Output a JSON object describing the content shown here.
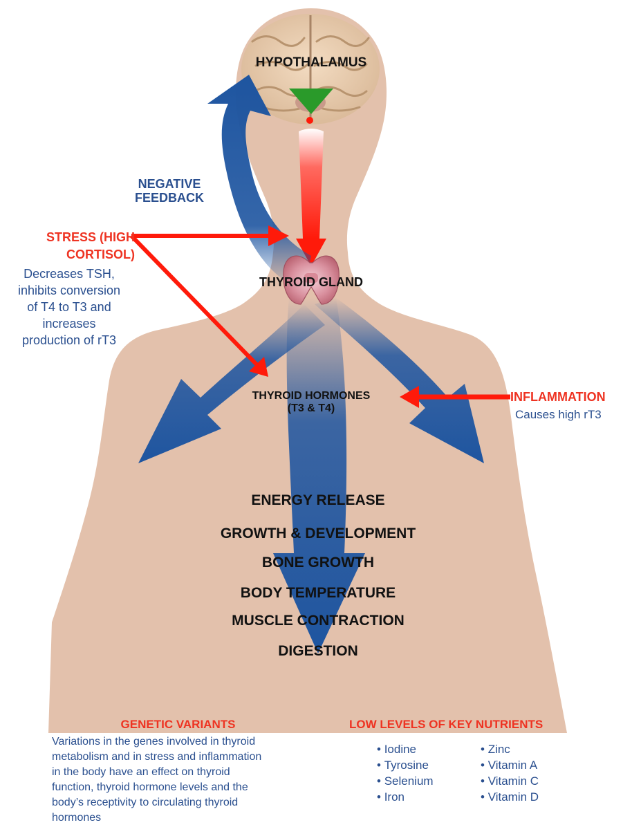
{
  "labels": {
    "hypothalamus": "HYPOTHALAMUS",
    "negative_feedback": [
      "NEGATIVE",
      "FEEDBACK"
    ],
    "stress_title": [
      "STRESS (HIGH",
      "CORTISOL)"
    ],
    "stress_desc": [
      "Decreases TSH,",
      "inhibits conversion",
      "of T4 to T3 and",
      "increases",
      "production of rT3"
    ],
    "thyroid_gland": "THYROID GLAND",
    "thyroid_hormones": "THYROID HORMONES",
    "thyroid_hormones_sub": "(T3 & T4)",
    "inflammation_title": "INFLAMMATION",
    "inflammation_desc": "Causes high rT3"
  },
  "effects": [
    "ENERGY RELEASE",
    "GROWTH & DEVELOPMENT",
    "BONE GROWTH",
    "BODY TEMPERATURE",
    "MUSCLE CONTRACTION",
    "DIGESTION"
  ],
  "genetic": {
    "title": "GENETIC VARIANTS",
    "lines": [
      "Variations in the genes involved in thyroid",
      "metabolism and in stress and inflammation",
      "in the body have an effect on thyroid",
      "function, thyroid hormone levels and the",
      "body’s receptivity to circulating thyroid",
      "hormones"
    ]
  },
  "nutrients": {
    "title": "LOW LEVELS OF KEY NUTRIENTS",
    "left": [
      "Iodine",
      "Tyrosine",
      "Selenium",
      "Iron"
    ],
    "right": [
      "Zinc",
      "Vitamin A",
      "Vitamin C",
      "Vitamin D"
    ]
  },
  "colors": {
    "skin": "#e3c1ac",
    "blue_arrow": "#1e55a0",
    "red_arrow": "#ff1a0a",
    "green_arrow": "#2a9a2a",
    "red_text": "#ee3322",
    "blue_text": "#2a4f8f"
  },
  "icons": {
    "brain": "brain-illustration",
    "thyroid": "thyroid-gland-illustration"
  }
}
